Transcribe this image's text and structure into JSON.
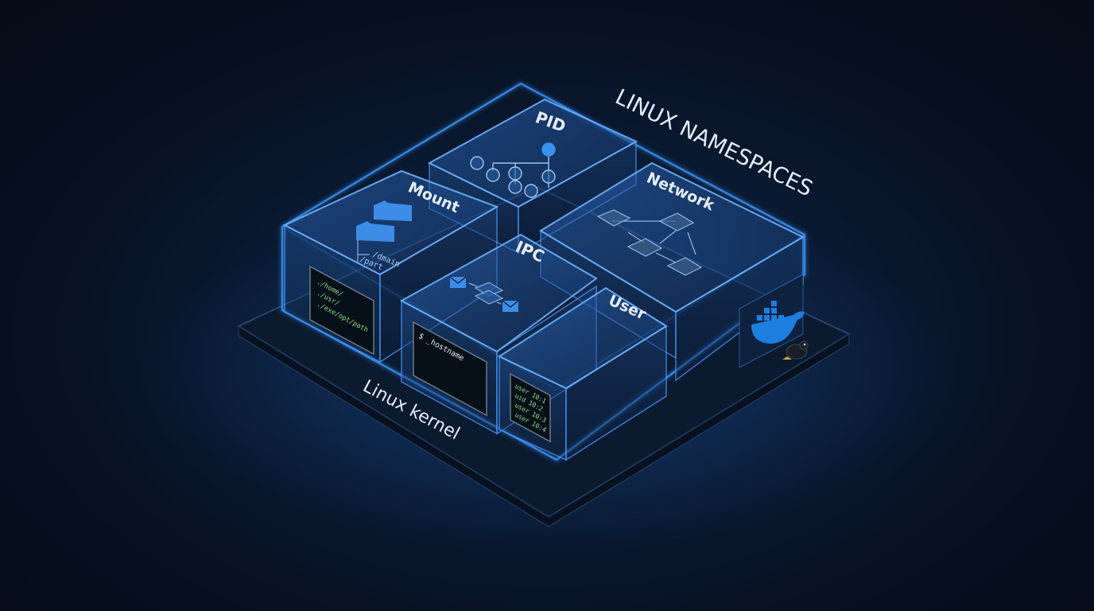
{
  "title": "LINUX NAMESPACES",
  "kernel_label": "Linux kernel",
  "namespaces": {
    "pid": {
      "label": "PID"
    },
    "mount": {
      "label": "Mount",
      "paths": [
        "/dmain",
        "/part"
      ],
      "terminal_lines": [
        "./home/",
        "./usr/",
        "./exe/opt/path"
      ]
    },
    "network": {
      "label": "Network"
    },
    "ipc": {
      "label": "IPC",
      "terminal_text": "$ _hostname"
    },
    "user": {
      "label": "User",
      "terminal_lines": [
        "user 10:1",
        "uid 10:2",
        "user 10:3",
        "user 10:4"
      ]
    }
  },
  "icons": [
    "folder-icon",
    "process-tree-icon",
    "network-graph-icon",
    "envelope-icon",
    "docker-whale-icon",
    "tux-penguin-icon"
  ],
  "colors": {
    "background": "#070f1f",
    "accent": "#3a8ff0",
    "glow": "#5aa9ff",
    "terminal_green": "#8fe08a",
    "label": "#e4eefb",
    "docker_blue": "#1d7fe0"
  }
}
